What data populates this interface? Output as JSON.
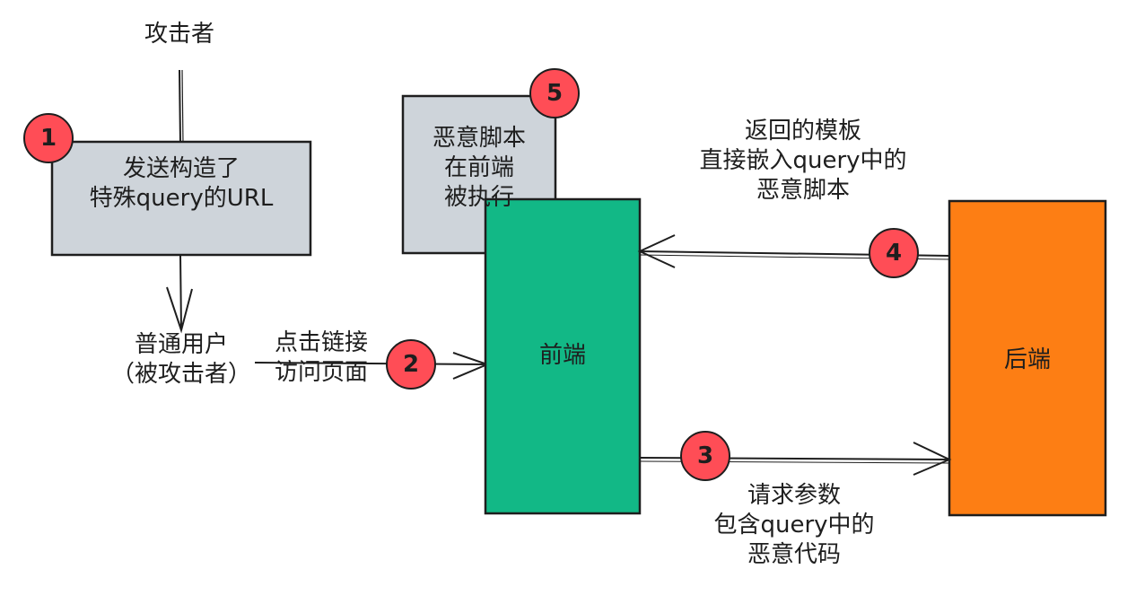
{
  "attacker": {
    "text": "攻击者"
  },
  "step1_box": {
    "lines": [
      "发送构造了",
      "特殊query的URL"
    ]
  },
  "user": {
    "lines": [
      "普通用户",
      "（被攻击者）"
    ]
  },
  "click_link": {
    "lines": [
      "点击链接",
      "访问页面"
    ]
  },
  "step5_box": {
    "lines": [
      "恶意脚本",
      "在前端",
      "被执行"
    ]
  },
  "frontend": {
    "label": "前端"
  },
  "backend": {
    "label": "后端"
  },
  "return_note": {
    "lines": [
      "返回的模板",
      "直接嵌入query中的",
      "恶意脚本"
    ]
  },
  "request_note": {
    "lines": [
      "请求参数",
      "包含query中的",
      "恶意代码"
    ]
  },
  "badges": [
    "1",
    "2",
    "3",
    "4",
    "5"
  ],
  "colors": {
    "gray_box": "#ced4da",
    "frontend": "#12b886",
    "backend": "#fd7e14",
    "badge": "#ff4d56",
    "stroke": "#1e1e1e"
  }
}
